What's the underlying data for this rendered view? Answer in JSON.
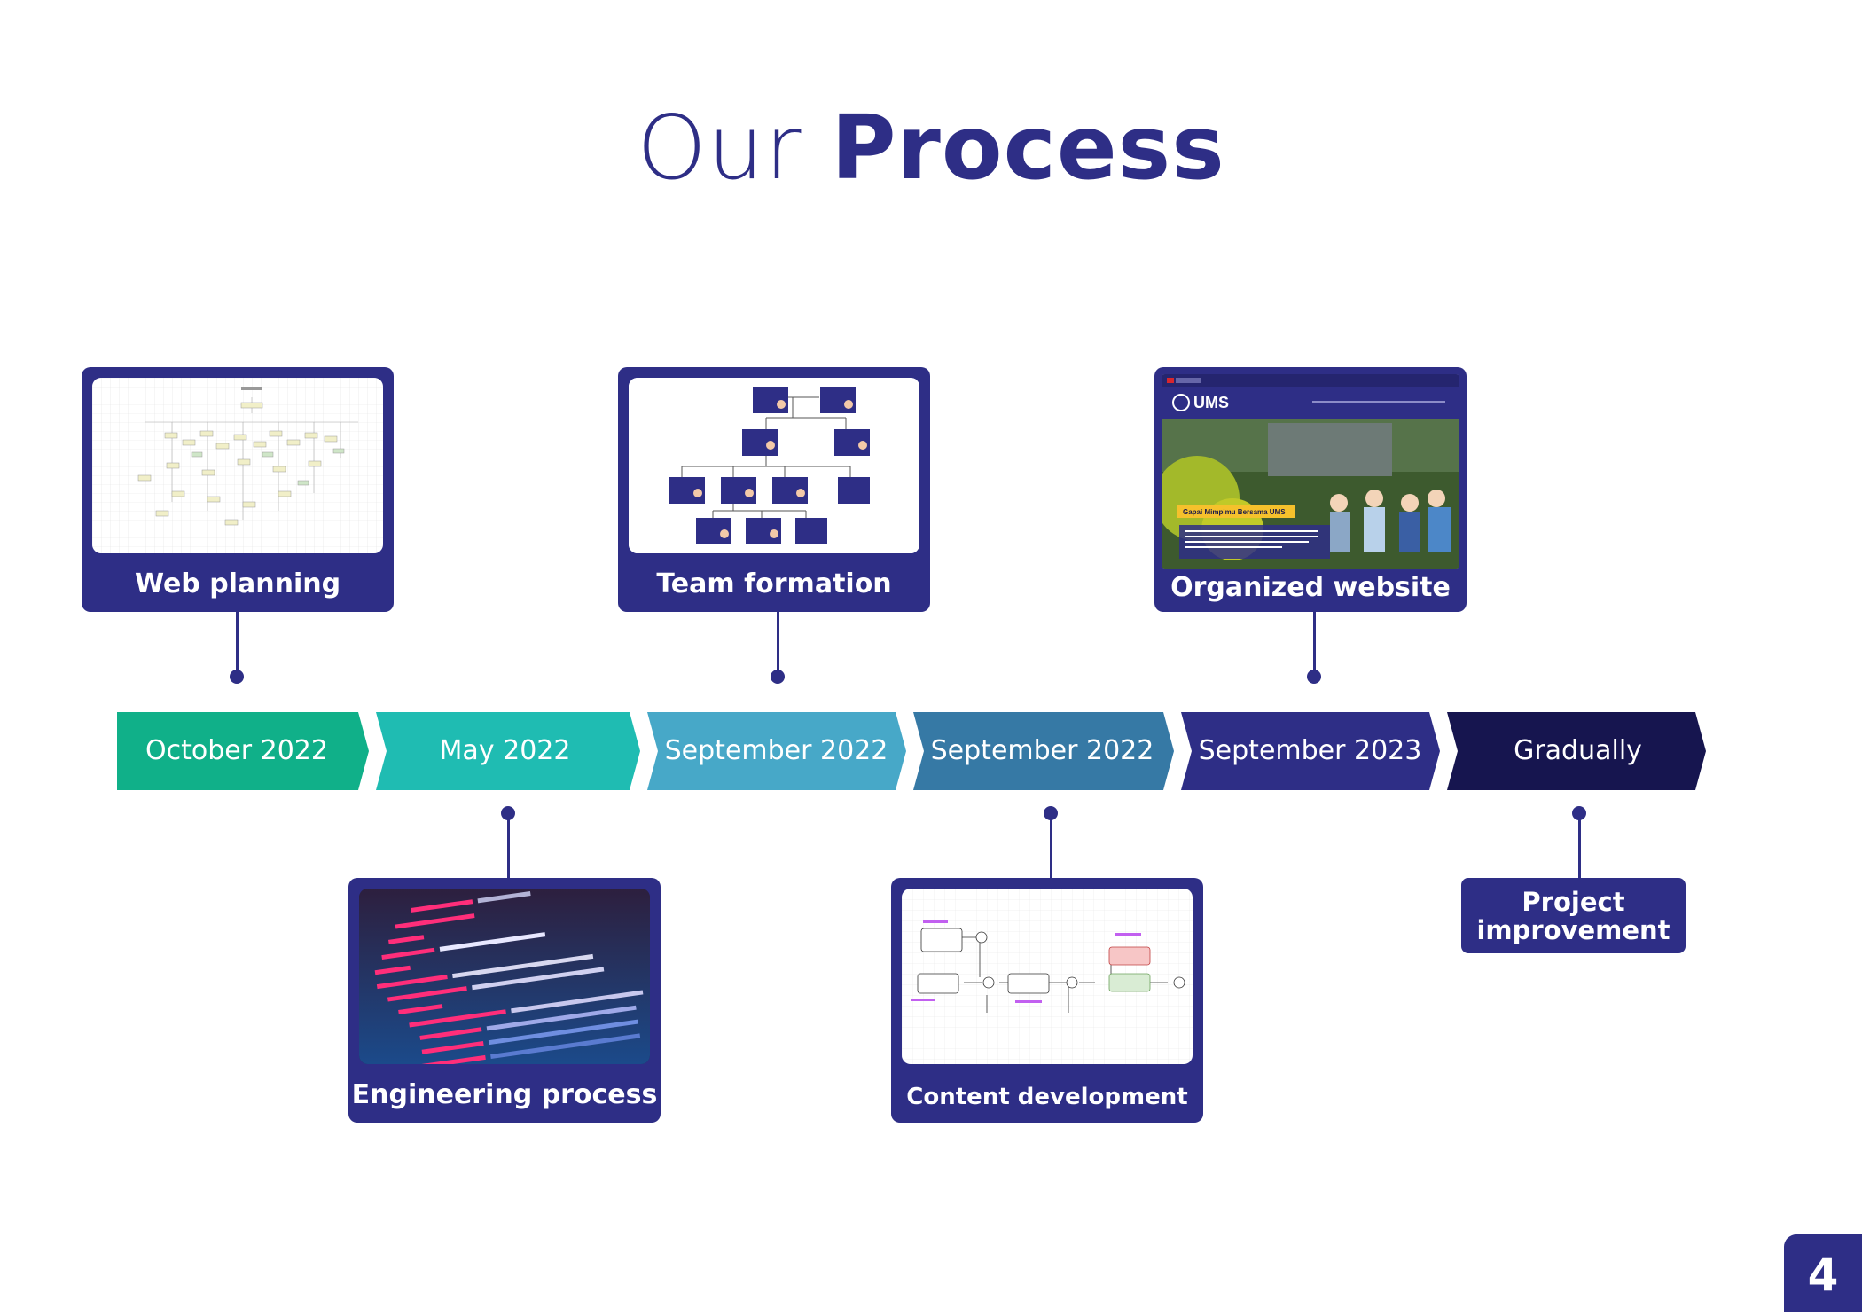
{
  "title": {
    "light": "Our",
    "bold": "Process"
  },
  "timeline": [
    {
      "date": "October 2022",
      "color": "#10b089"
    },
    {
      "date": "May 2022",
      "color": "#1fbcb2"
    },
    {
      "date": "September 2022",
      "color": "#47a8c8"
    },
    {
      "date": "September 2022",
      "color": "#3679a5"
    },
    {
      "date": "September 2023",
      "color": "#2e2e86"
    },
    {
      "date": "Gradually",
      "color": "#16154f"
    }
  ],
  "cards": {
    "web_planning": "Web planning",
    "engineering_process": "Engineering process",
    "team_formation": "Team formation",
    "content_development": "Content development",
    "organized_website": "Organized website",
    "project_improvement": "Project improvement"
  },
  "thumbnails": {
    "ums_logo": "UMS",
    "ums_banner": "Gapai Mimpimu Bersama UMS"
  },
  "page_number": "4",
  "colors": {
    "primary": "#2e2e86"
  }
}
